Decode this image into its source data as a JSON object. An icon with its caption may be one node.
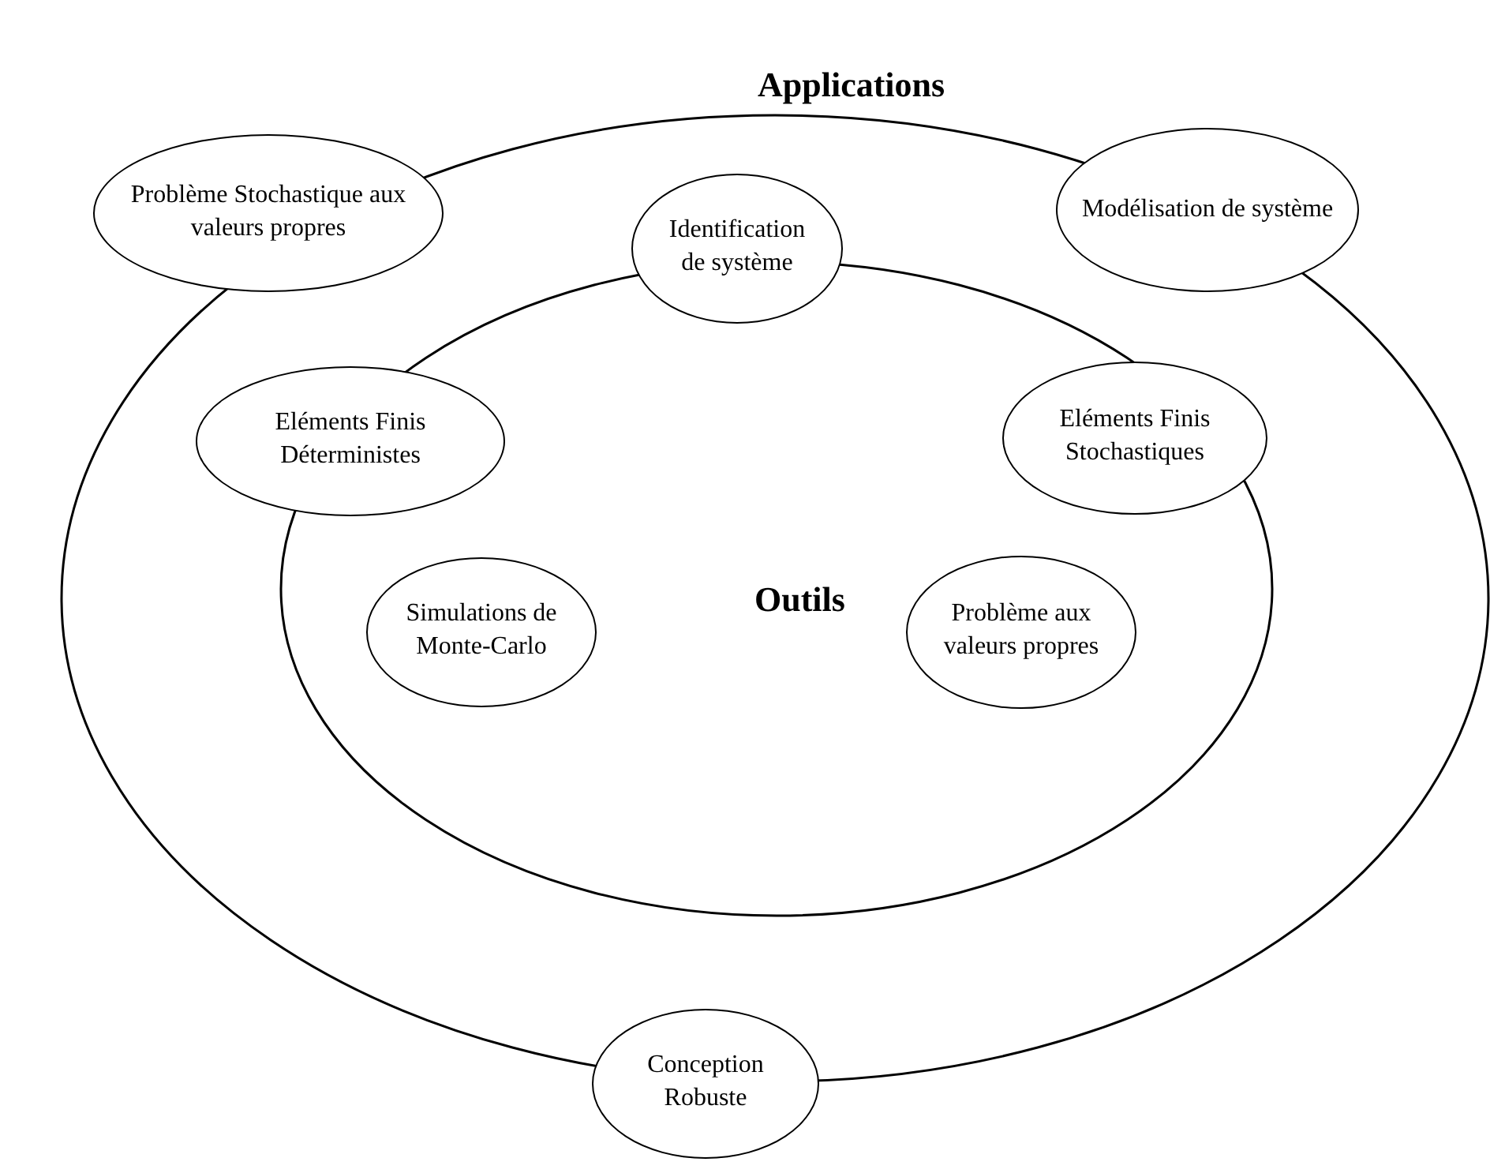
{
  "diagram": {
    "nodes": [
      {
        "text": [
          "Applications"
        ]
      },
      {
        "text": [
          "Outils"
        ],
        "in": 0
      },
      {
        "text": [
          "Problème Stochastique aux valeurs propres"
        ]
      },
      {
        "text": [
          "Modélisation de système"
        ]
      },
      {
        "text": [
          "Identification de système"
        ],
        "in": 0
      },
      {
        "text": [
          "Eléments Finis Déterministes"
        ],
        "in": 0
      },
      {
        "text": [
          "Eléments Finis Stochastiques"
        ],
        "in": 1
      },
      {
        "text": [
          "Simulations de Monte-Carlo"
        ],
        "in": 1
      },
      {
        "text": [
          "Problème aux valeurs propres"
        ],
        "in": 1
      },
      {
        "text": [
          "Conception Robuste"
        ]
      }
    ]
  }
}
